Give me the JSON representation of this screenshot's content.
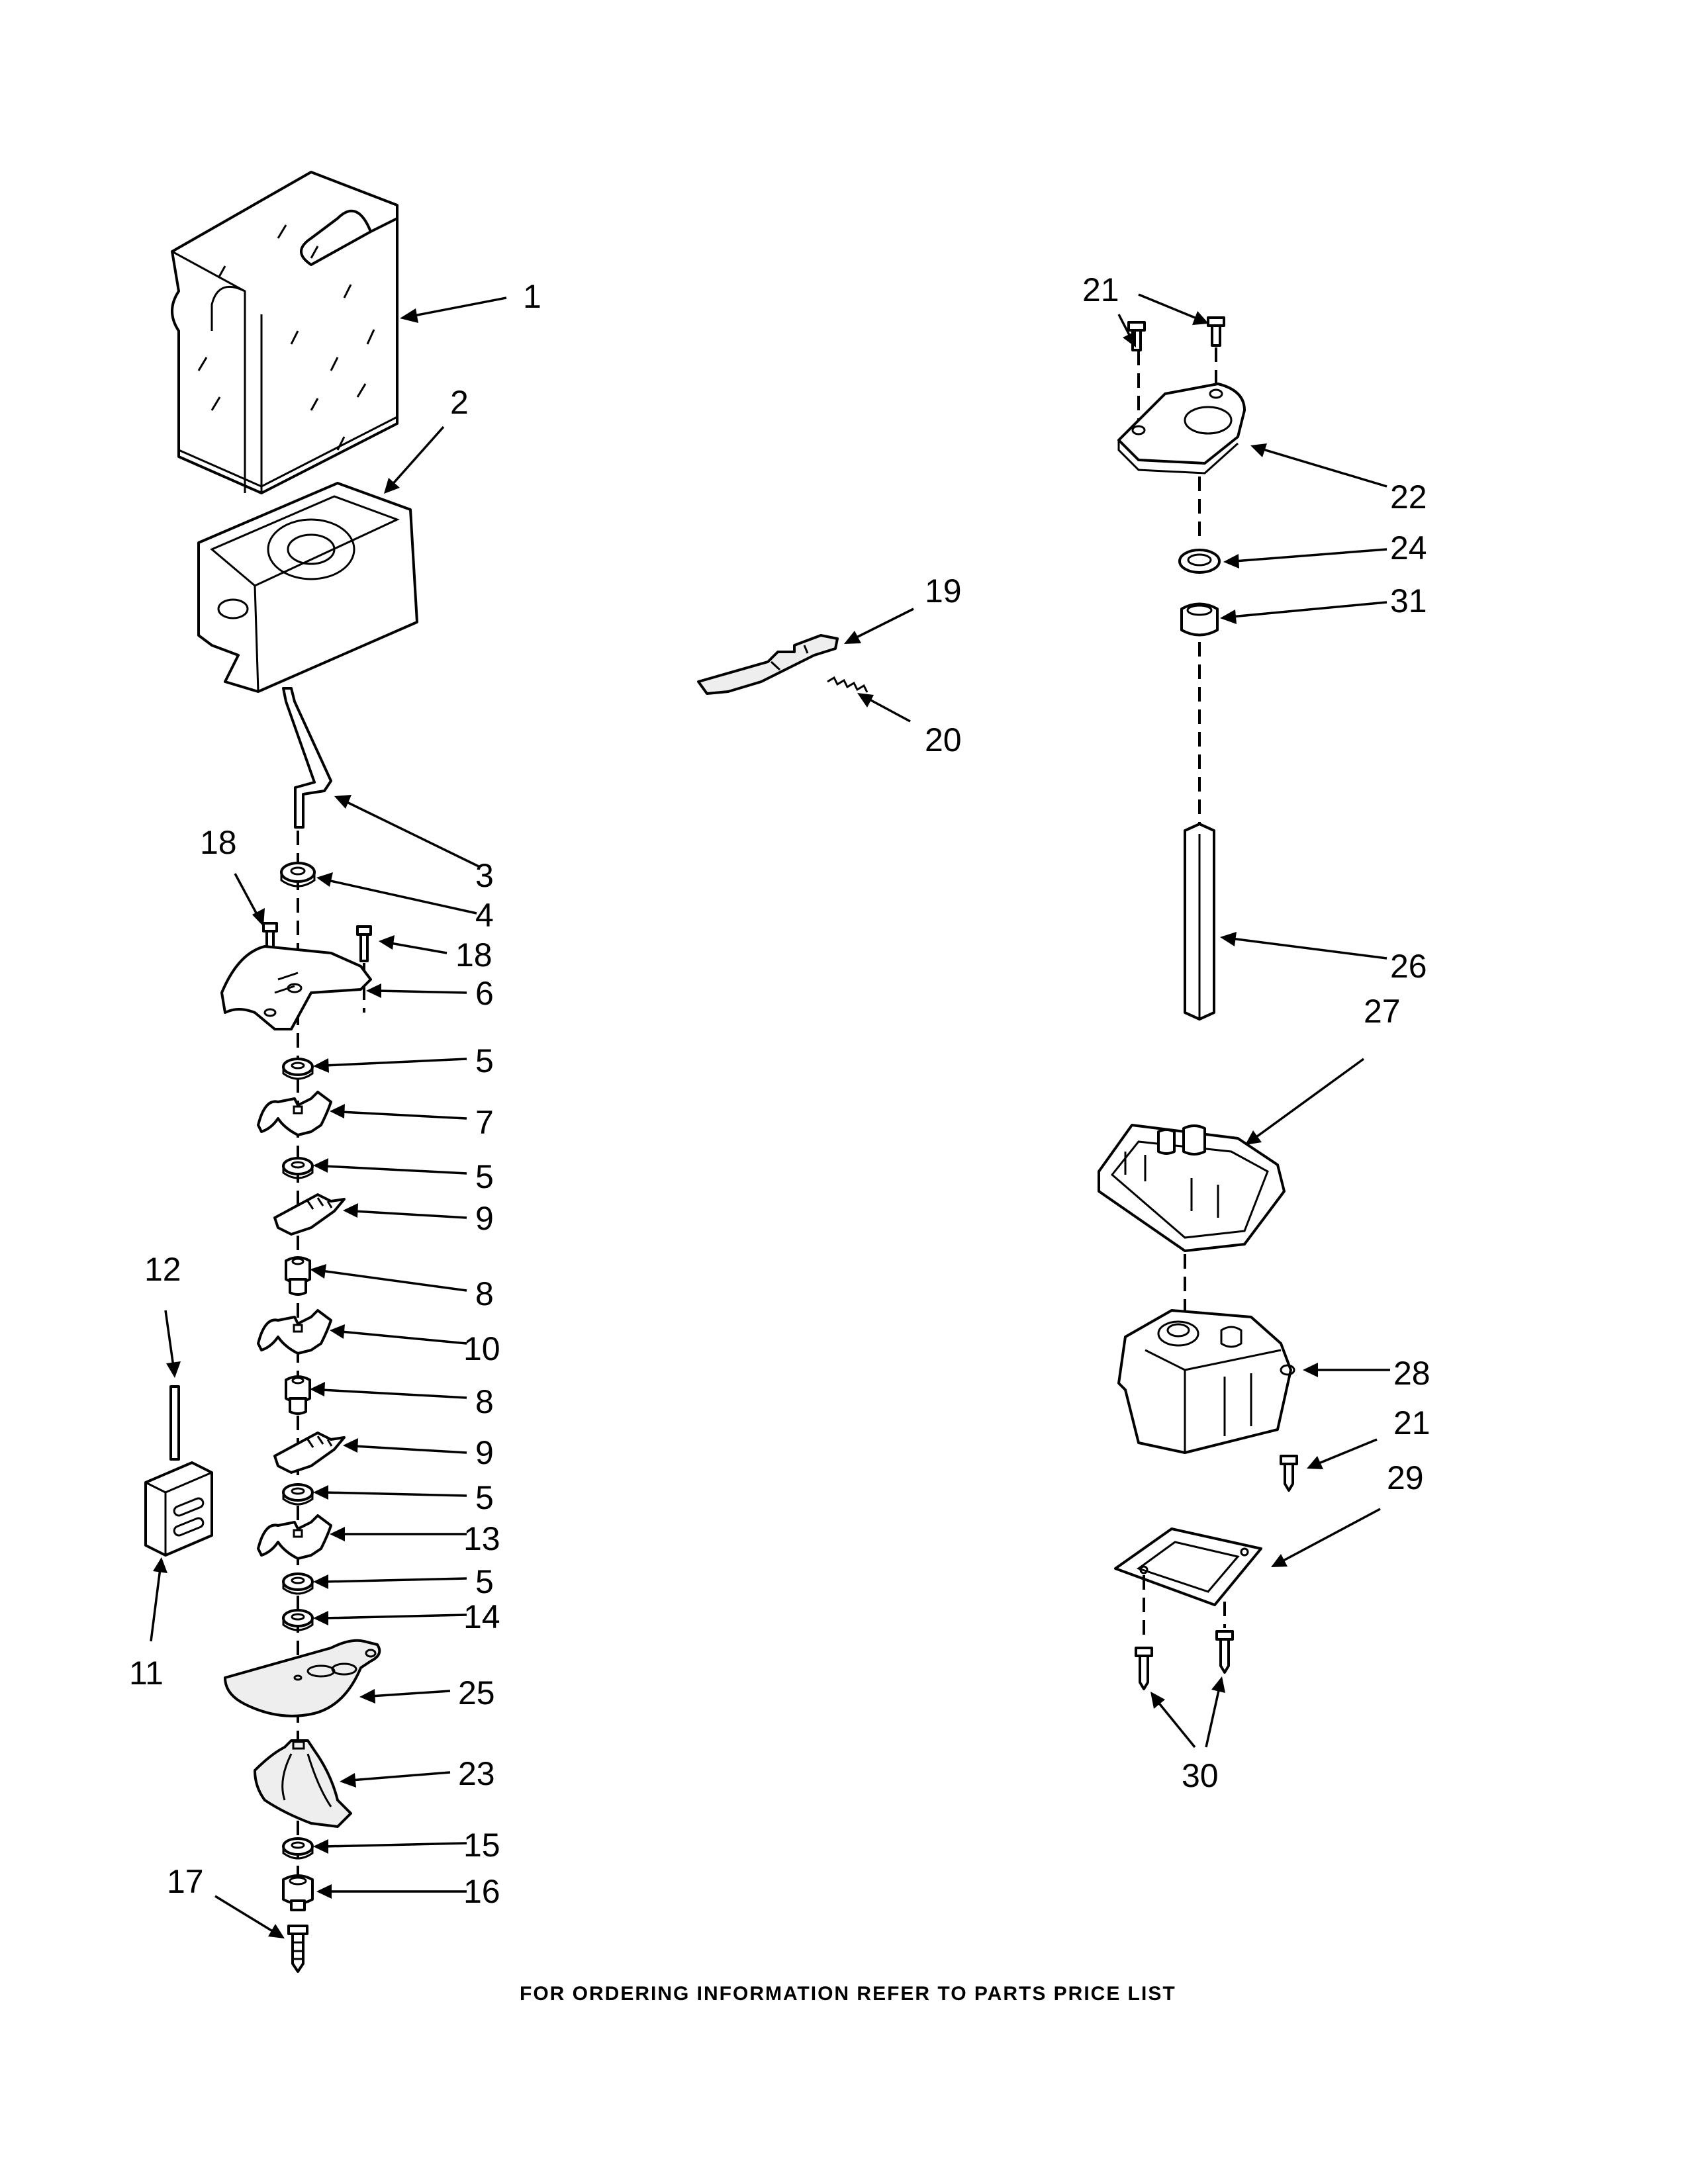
{
  "callouts": {
    "c1": "1",
    "c2": "2",
    "c3": "3",
    "c4": "4",
    "c18a": "18",
    "c18b": "18",
    "c6": "6",
    "c5a": "5",
    "c7": "7",
    "c5b": "5",
    "c9a": "9",
    "c8a": "8",
    "c10": "10",
    "c8b": "8",
    "c9b": "9",
    "c5c": "5",
    "c13": "13",
    "c5d": "5",
    "c14": "14",
    "c25": "25",
    "c23": "23",
    "c15": "15",
    "c16": "16",
    "c17": "17",
    "c12": "12",
    "c11": "11",
    "c19": "19",
    "c20": "20",
    "c21a": "21",
    "c22": "22",
    "c24": "24",
    "c31": "31",
    "c26": "26",
    "c27": "27",
    "c28": "28",
    "c21b": "21",
    "c29": "29",
    "c30": "30"
  },
  "footer": "FOR ORDERING INFORMATION REFER TO PARTS PRICE LIST"
}
